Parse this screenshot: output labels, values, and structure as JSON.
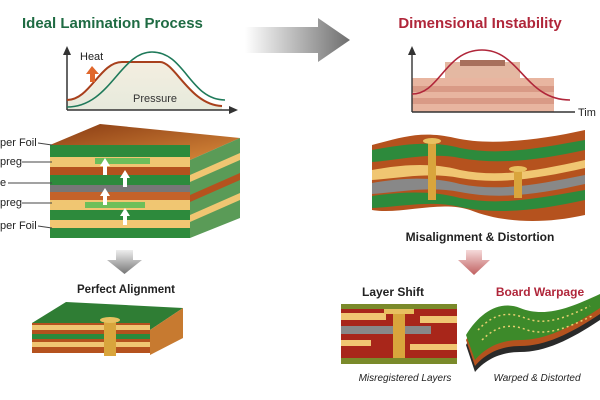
{
  "left": {
    "title": "Ideal Lamination Process",
    "chart": {
      "heat_label": "Heat",
      "pressure_label": "Pressure"
    },
    "layer_labels": [
      "per Foil",
      "preg",
      "e",
      "preg",
      "per Foil"
    ],
    "result": "Perfect Alignment"
  },
  "right": {
    "title": "Dimensional Instability",
    "chart": {
      "time_label": "Tim"
    },
    "result": "Misalignment & Distortion",
    "layer_shift": {
      "title": "Layer Shift",
      "caption": "Misregistered Layers"
    },
    "board_warpage": {
      "title": "Board Warpage",
      "caption": "Warped & Distorted"
    }
  },
  "colors": {
    "green_title": "#1f6b43",
    "red_title": "#b0263a",
    "copper": "#b5521e",
    "pcb_green": "#2d8a3c",
    "prepreg": "#f0c672"
  }
}
